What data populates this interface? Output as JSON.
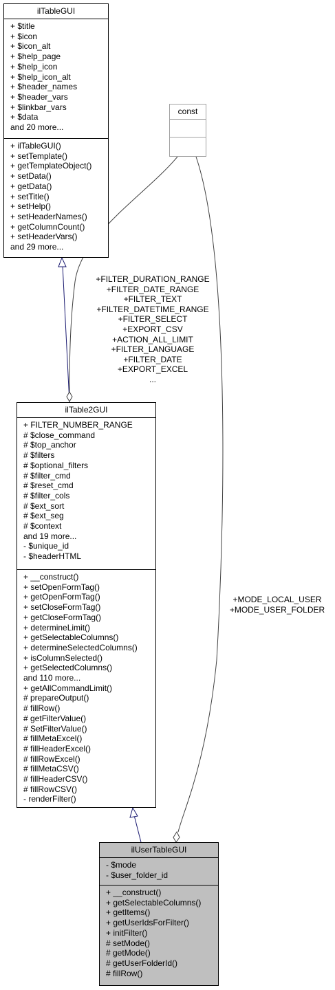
{
  "classes": {
    "iltablegui": {
      "name": "ilTableGUI",
      "attributes": [
        "+ $title",
        "+ $icon",
        "+ $icon_alt",
        "+ $help_page",
        "+ $help_icon",
        "+ $help_icon_alt",
        "+ $header_names",
        "+ $header_vars",
        "+ $linkbar_vars",
        "+ $data",
        "and 20 more..."
      ],
      "methods": [
        "+ ilTableGUI()",
        "+ setTemplate()",
        "+ getTemplateObject()",
        "+ setData()",
        "+ getData()",
        "+ setTitle()",
        "+ setHelp()",
        "+ setHeaderNames()",
        "+ getColumnCount()",
        "+ setHeaderVars()",
        "and 29 more..."
      ]
    },
    "const": {
      "name": "const",
      "attributes": [],
      "methods": []
    },
    "iltable2gui": {
      "name": "ilTable2GUI",
      "attributes": [
        "+ FILTER_NUMBER_RANGE",
        "# $close_command",
        "# $top_anchor",
        "# $filters",
        "# $optional_filters",
        "# $filter_cmd",
        "# $reset_cmd",
        "# $filter_cols",
        "# $ext_sort",
        "# $ext_seg",
        "# $context",
        "and 19 more...",
        "- $unique_id",
        "- $headerHTML"
      ],
      "methods": [
        "+ __construct()",
        "+ setOpenFormTag()",
        "+ getOpenFormTag()",
        "+ setCloseFormTag()",
        "+ getCloseFormTag()",
        "+ determineLimit()",
        "+ getSelectableColumns()",
        "+ determineSelectedColumns()",
        "+ isColumnSelected()",
        "+ getSelectedColumns()",
        "and 110 more...",
        "+ getAllCommandLimit()",
        "# prepareOutput()",
        "# fillRow()",
        "# getFilterValue()",
        "# SetFilterValue()",
        "# fillMetaExcel()",
        "# fillHeaderExcel()",
        "# fillRowExcel()",
        "# fillMetaCSV()",
        "# fillHeaderCSV()",
        "# fillRowCSV()",
        "- renderFilter()"
      ]
    },
    "ilusertablegui": {
      "name": "ilUserTableGUI",
      "attributes": [
        "- $mode",
        "- $user_folder_id"
      ],
      "methods": [
        "+ __construct()",
        "+ getSelectableColumns()",
        "+ getItems()",
        "+ getUserIdsForFilter()",
        "+ initFilter()",
        "# setMode()",
        "# getMode()",
        "# getUserFolderId()",
        "# fillRow()"
      ]
    }
  },
  "relations": {
    "const_to_table2": [
      "+FILTER_DURATION_RANGE",
      "+FILTER_DATE_RANGE",
      "+FILTER_TEXT",
      "+FILTER_DATETIME_RANGE",
      "+FILTER_SELECT",
      "+EXPORT_CSV",
      "+ACTION_ALL_LIMIT",
      "+FILTER_LANGUAGE",
      "+FILTER_DATE",
      "+EXPORT_EXCEL",
      "..."
    ],
    "const_to_user": [
      "+MODE_LOCAL_USER",
      "+MODE_USER_FOLDER"
    ]
  },
  "colors": {
    "inheritance": "#191970",
    "usage": "#404040",
    "focus_fill": "#bfbfbf",
    "const_border": "#a0a0a0"
  }
}
